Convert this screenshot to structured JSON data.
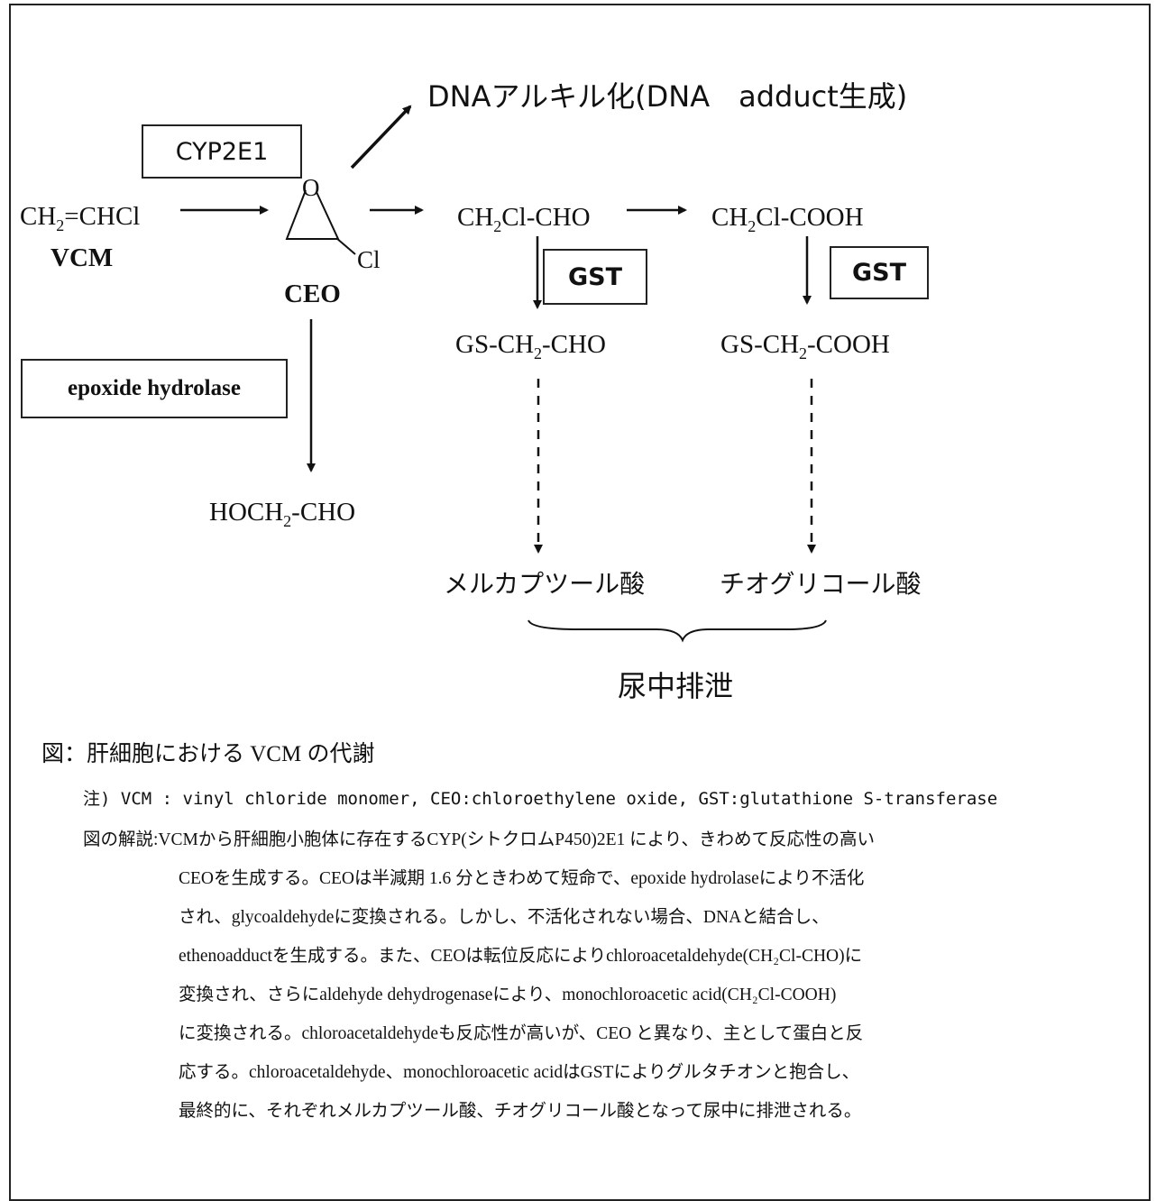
{
  "diagram": {
    "dna_alkylation": "DNAアルキル化(DNA　adduct生成)",
    "enzymes": {
      "cyp2e1": "CYP2E1",
      "gst_1": "GST",
      "gst_2": "GST",
      "epoxide_hydrolase": "epoxide hydrolase"
    },
    "vcm": {
      "formula_prefix": "CH",
      "formula_sub": "2",
      "formula_suffix": "=CHCl",
      "label": "VCM"
    },
    "ceo": {
      "o_label": "O",
      "cl_label": "Cl",
      "label": "CEO"
    },
    "aldehyde": {
      "prefix": "CH",
      "sub": "2",
      "suffix": "Cl-CHO"
    },
    "acid": {
      "prefix": "CH",
      "sub": "2",
      "suffix": "Cl-COOH"
    },
    "gs_aldehyde": {
      "prefix": "GS-CH",
      "sub": "2",
      "suffix": "-CHO"
    },
    "gs_acid": {
      "prefix": "GS-CH",
      "sub": "2",
      "suffix": "-COOH"
    },
    "hoch2": {
      "prefix": "HOCH",
      "sub": "2",
      "suffix": "-CHO"
    },
    "mercapturic_acid": "メルカプツール酸",
    "thioglycolic_acid": "チオグリコール酸",
    "urinary_excretion": "尿中排泄"
  },
  "caption": {
    "title": "図：肝細胞における VCM の代謝",
    "note": "注) VCM : vinyl chloride monomer, CEO:chloroethylene oxide, GST:glutathione S-transferase",
    "explanation_lines": [
      "図の解説:VCMから肝細胞小胞体に存在するCYP(シトクロムP450)2E1 により、きわめて反応性の高い",
      "CEOを生成する。CEOは半減期 1.6 分ときわめて短命で、epoxide hydrolaseにより不活化",
      "され、glycoaldehydeに変換される。しかし、不活化されない場合、DNAと結合し、",
      "ethenoadductを生成する。また、CEOは転位反応によりchloroacetaldehyde(CH₂Cl-CHO)に",
      "変換され、さらにaldehyde dehydrogenaseにより、monochloroacetic acid(CH₂Cl-COOH)",
      "に変換される。chloroacetaldehydeも反応性が高いが、CEO と異なり、主として蛋白と反",
      "応する。chloroacetaldehyde、monochloroacetic acidはGSTによりグルタチオンと抱合し、",
      "最終的に、それぞれメルカプツール酸、チオグリコール酸となって尿中に排泄される。"
    ]
  }
}
